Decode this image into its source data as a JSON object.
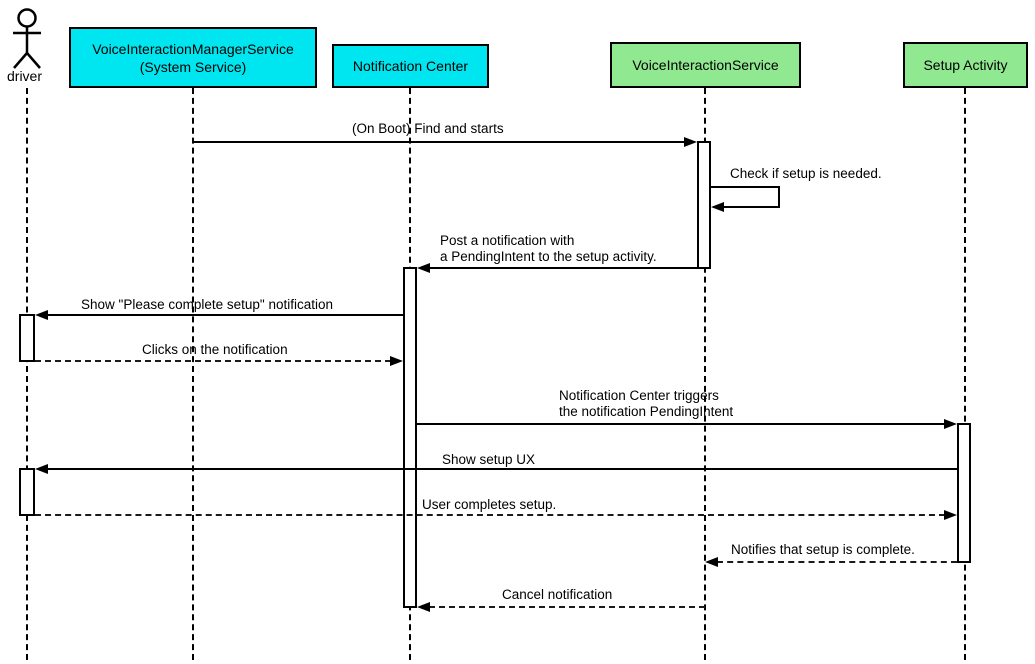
{
  "colors": {
    "system_service_fill": "#00E6F0",
    "app_fill": "#90E890",
    "line": "#000000",
    "background": "#FFFFFF"
  },
  "participants": [
    {
      "id": "driver",
      "kind": "actor",
      "label": "driver"
    },
    {
      "id": "voice-interaction-manager-service",
      "kind": "system",
      "label": "VoiceInteractionManagerService\n(System Service)"
    },
    {
      "id": "notification-center",
      "kind": "system",
      "label": "Notification Center"
    },
    {
      "id": "voice-interaction-service",
      "kind": "app",
      "label": "VoiceInteractionService"
    },
    {
      "id": "setup-activity",
      "kind": "app",
      "label": "Setup Activity"
    }
  ],
  "messages": [
    {
      "from": "voice-interaction-manager-service",
      "to": "voice-interaction-service",
      "style": "solid",
      "label": "(On Boot) Find and starts"
    },
    {
      "from": "voice-interaction-service",
      "to": "voice-interaction-service",
      "style": "self",
      "label": "Check if setup is needed."
    },
    {
      "from": "voice-interaction-service",
      "to": "notification-center",
      "style": "solid",
      "label": "Post a notification with\na PendingIntent to the setup activity."
    },
    {
      "from": "notification-center",
      "to": "driver",
      "style": "solid",
      "label": "Show \"Please complete setup\" notification"
    },
    {
      "from": "driver",
      "to": "notification-center",
      "style": "dashed",
      "label": "Clicks on the notification"
    },
    {
      "from": "notification-center",
      "to": "setup-activity",
      "style": "solid",
      "label": "Notification Center triggers\nthe notification PendingIntent"
    },
    {
      "from": "setup-activity",
      "to": "driver",
      "style": "solid",
      "label": "Show setup UX"
    },
    {
      "from": "driver",
      "to": "setup-activity",
      "style": "dashed",
      "label": "User completes setup."
    },
    {
      "from": "setup-activity",
      "to": "voice-interaction-service",
      "style": "dashed",
      "label": "Notifies that setup is complete."
    },
    {
      "from": "voice-interaction-service",
      "to": "notification-center",
      "style": "dashed",
      "label": "Cancel notification"
    }
  ]
}
